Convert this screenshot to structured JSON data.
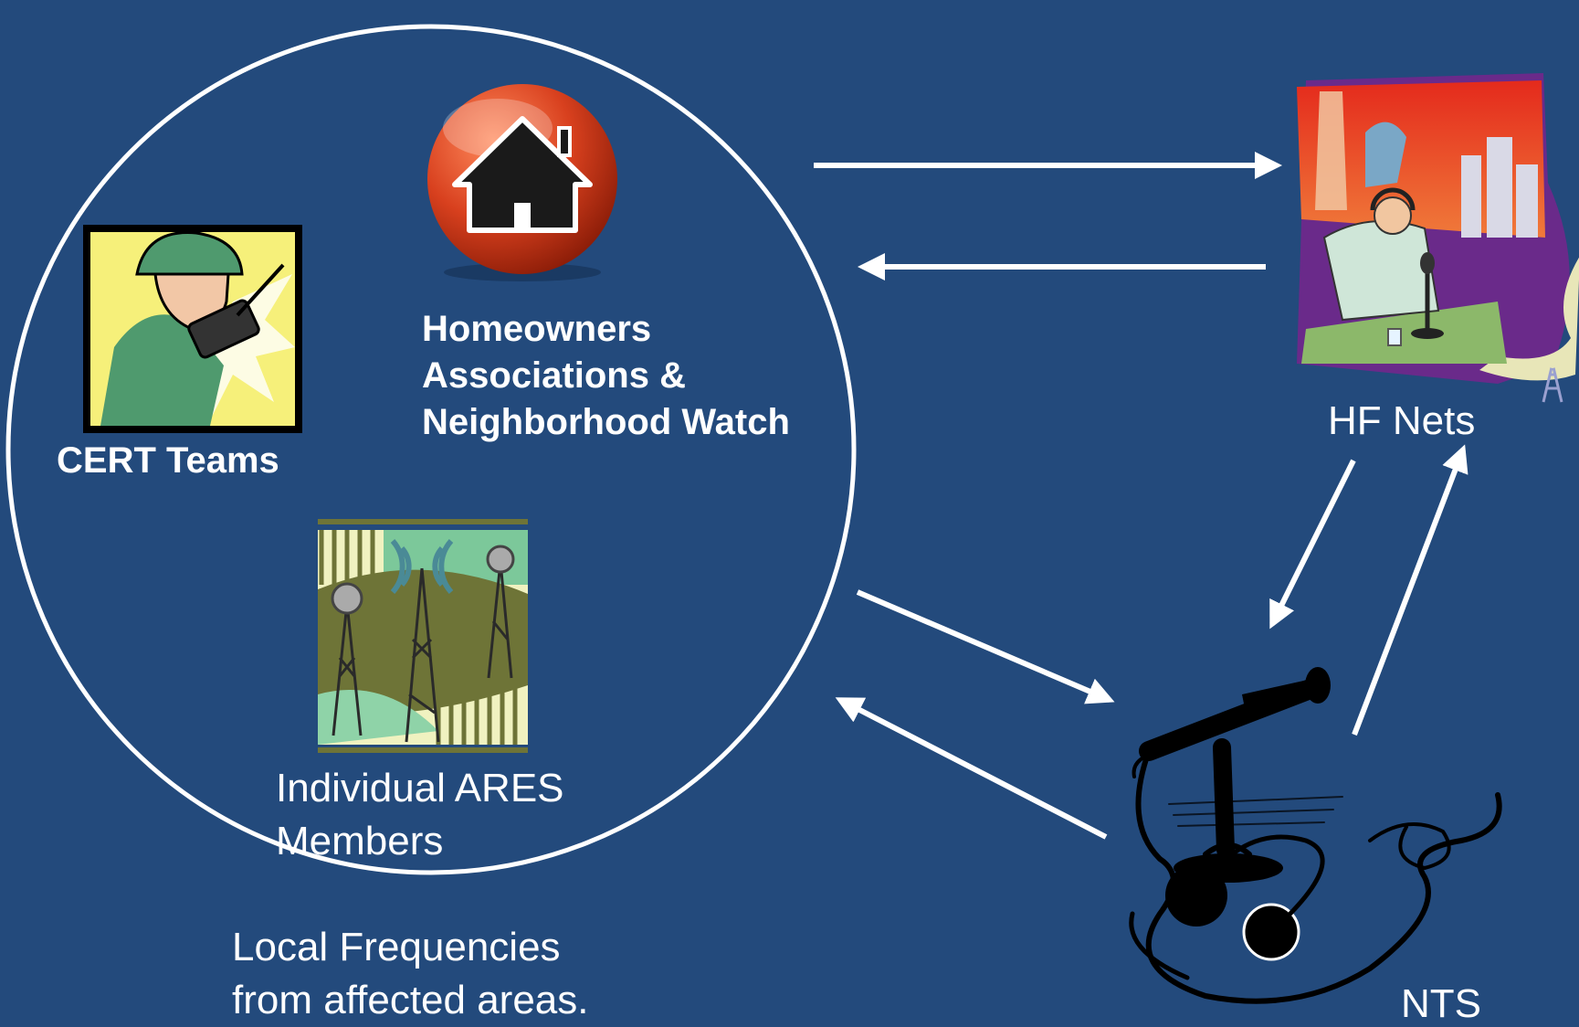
{
  "groups": {
    "cert": {
      "label": "CERT Teams",
      "icon": "soldier-radio-icon"
    },
    "hoa": {
      "lines": [
        "Homeowners",
        "Associations &",
        "Neighborhood Watch"
      ],
      "icon": "house-icon"
    },
    "ares": {
      "lines": [
        "Individual ARES",
        "Members"
      ],
      "icon": "radio-towers-icon"
    }
  },
  "local_frequencies": {
    "lines": [
      "Local Frequencies",
      "from affected areas."
    ]
  },
  "hf_nets": {
    "label": "HF Nets",
    "icon": "radio-operator-icon"
  },
  "nts": {
    "label": "NTS",
    "icon": "microphone-icon"
  },
  "colors": {
    "background": "#234a7c",
    "foreground": "#ffffff",
    "house_orb": "#d8401e",
    "cert_frame": "#f6f07a",
    "ares_field": "#6e7437"
  }
}
